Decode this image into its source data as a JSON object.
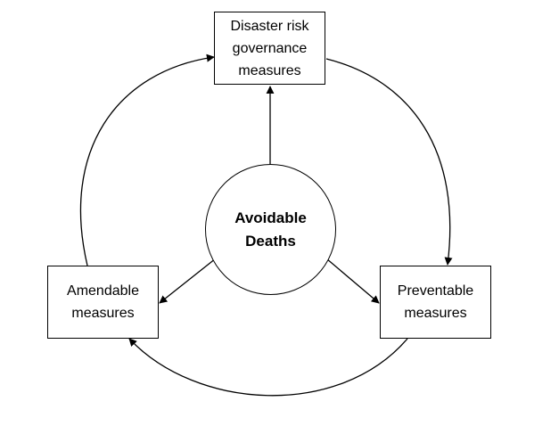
{
  "diagram": {
    "center": {
      "label": "Avoidable\nDeaths"
    },
    "nodes": [
      {
        "id": "governance",
        "label": "Disaster risk\ngovernance\nmeasures"
      },
      {
        "id": "amendable",
        "label": "Amendable\nmeasures"
      },
      {
        "id": "preventable",
        "label": "Preventable\nmeasures"
      }
    ],
    "edges": [
      {
        "from": "center",
        "to": "governance",
        "style": "straight-arrow"
      },
      {
        "from": "center",
        "to": "amendable",
        "style": "straight-arrow"
      },
      {
        "from": "center",
        "to": "preventable",
        "style": "straight-arrow"
      },
      {
        "from": "governance",
        "to": "preventable",
        "style": "curved-arrow"
      },
      {
        "from": "preventable",
        "to": "amendable",
        "style": "curved-arrow"
      },
      {
        "from": "amendable",
        "to": "governance",
        "style": "curved-arrow"
      }
    ],
    "colors": {
      "stroke": "#000000",
      "background": "#ffffff"
    }
  }
}
